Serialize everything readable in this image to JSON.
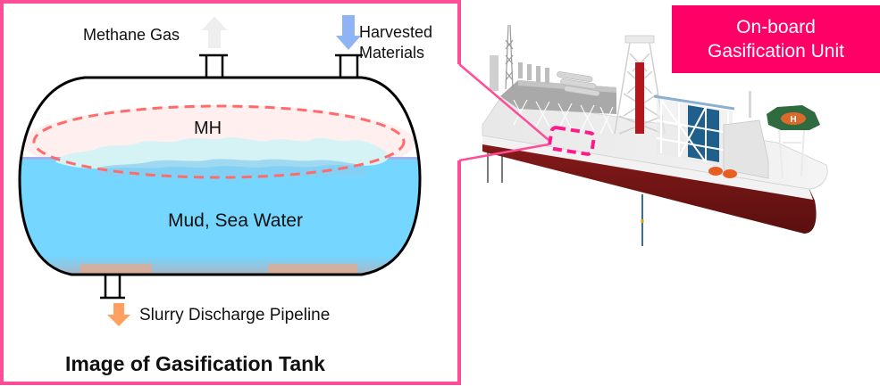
{
  "diagram": {
    "title": "Image of Gasification Tank",
    "tank": {
      "inputs_outputs": {
        "top_left_outlet": {
          "label": "Methane Gas",
          "direction": "up"
        },
        "top_right_inlet": {
          "label_line1": "Harvested",
          "label_line2": "Materials",
          "direction": "down"
        },
        "bottom_outlet": {
          "label": "Slurry Discharge Pipeline",
          "direction": "down"
        }
      },
      "layers": {
        "hydrate_label": "MH",
        "liquid_label": "Mud, Sea Water"
      }
    },
    "ship": {
      "callout_line1": "On-board",
      "callout_line2": "Gasification Unit"
    },
    "colors": {
      "frame": "#ff4d98",
      "callout_bg": "#ff0066",
      "water": "#75d6ff",
      "sediment": "#ffa070",
      "hydrate_cloud": "#d5f2f5",
      "hydrate_dash": "#ff6b6b",
      "methane_arrow": "#eeeeee",
      "harvest_arrow": "#8fb4f5",
      "slurry_arrow": "#ffa060",
      "hull": "#6e1414"
    }
  }
}
